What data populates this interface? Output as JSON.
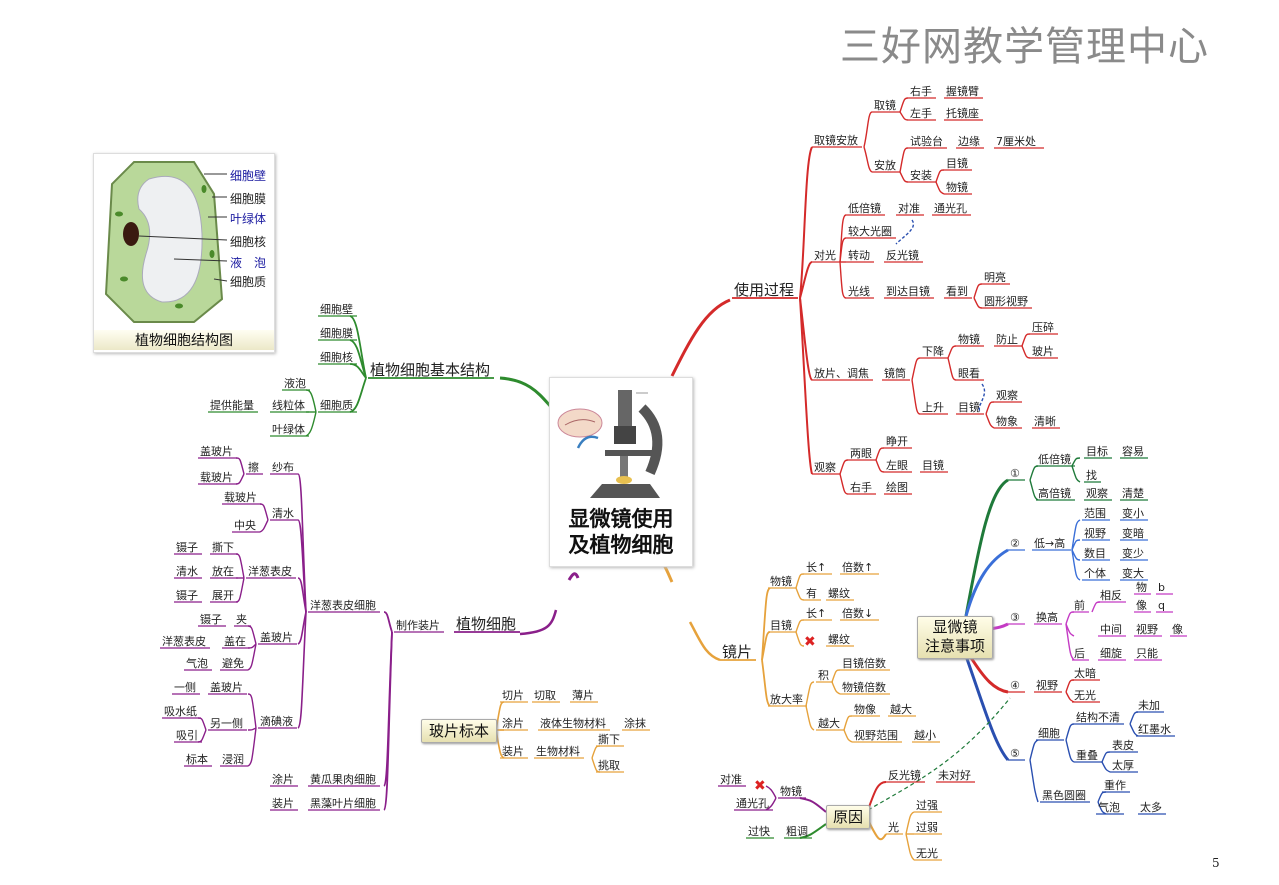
{
  "header_title": "三好网教学管理中心",
  "page_number": "5",
  "center": {
    "line1": "显微镜使用",
    "line2": "及植物细胞"
  },
  "cell_figure": {
    "caption": "植物细胞结构图",
    "labels": [
      "细胞壁",
      "细胞膜",
      "叶绿体",
      "细胞核",
      "液　泡",
      "细胞质"
    ]
  },
  "boxes": {
    "notes": "显微镜\n注意事项",
    "cause": "原因",
    "slide": "玻片标本"
  },
  "colors": {
    "red": "#d42a2a",
    "green": "#2e8b2e",
    "purple": "#8a1f8a",
    "orange": "#e6a23c",
    "blue": "#3a6fd8",
    "magenta": "#c43ac4",
    "darkgreen": "#1f7a3a",
    "navy": "#2a4fb0"
  },
  "branches": {
    "usage": {
      "label": "使用过程",
      "nodes": [
        "取镜安放",
        "取镜",
        "右手",
        "握镜臂",
        "左手",
        "托镜座",
        "安放",
        "试验台",
        "边缘",
        "7厘米处",
        "安装",
        "目镜",
        "物镜",
        "对光",
        "低倍镜",
        "对准",
        "通光孔",
        "较大光圈",
        "转动",
        "反光镜",
        "光线",
        "到达目镜",
        "看到",
        "明亮",
        "圆形视野",
        "放片、调焦",
        "镜筒",
        "下降",
        "物镜",
        "防止",
        "压碎",
        "玻片",
        "眼看",
        "上升",
        "目镜",
        "观察",
        "物象",
        "清晰",
        "观察",
        "两眼",
        "睁开",
        "左眼",
        "目镜",
        "右手",
        "绘图"
      ]
    },
    "structure": {
      "label": "植物细胞基本结构",
      "nodes": [
        "细胞壁",
        "细胞膜",
        "细胞核",
        "细胞质",
        "液泡",
        "线粒体",
        "提供能量",
        "叶绿体"
      ]
    },
    "plant_cell": {
      "label": "植物细胞",
      "nodes": [
        "制作装片",
        "洋葱表皮细胞",
        "擦",
        "盖玻片",
        "载玻片",
        "纱布",
        "清水",
        "载玻片",
        "中央",
        "洋葱表皮",
        "镊子",
        "撕下",
        "清水",
        "放在",
        "镊子",
        "展开",
        "盖玻片",
        "镊子",
        "夹",
        "洋葱表皮",
        "盖在",
        "气泡",
        "避免",
        "滴碘液",
        "一侧",
        "盖玻片",
        "吸水纸",
        "另一侧",
        "吸引",
        "标本",
        "浸润",
        "涂片",
        "黄瓜果肉细胞",
        "装片",
        "黑藻叶片细胞"
      ]
    },
    "slide": {
      "nodes": [
        "切片",
        "切取",
        "薄片",
        "涂片",
        "液体生物材料",
        "涂抹",
        "装片",
        "生物材料",
        "撕下",
        "挑取"
      ]
    },
    "lens": {
      "label": "镜片",
      "nodes": [
        "物镜",
        "长↑",
        "倍数↑",
        "有",
        "螺纹",
        "目镜",
        "长↑",
        "倍数↓",
        "螺纹",
        "放大率",
        "积",
        "目镜倍数",
        "物镜倍数",
        "越大",
        "物像",
        "越大",
        "视野范围",
        "越小"
      ]
    },
    "notes": {
      "nodes": [
        "①",
        "低倍镜",
        "目标",
        "容易",
        "找",
        "高倍镜",
        "观察",
        "清楚",
        "②",
        "低→高",
        "范围",
        "变小",
        "视野",
        "变暗",
        "数目",
        "变少",
        "个体",
        "变大",
        "③",
        "换高",
        "前",
        "相反",
        "物",
        "b",
        "像",
        "q",
        "中间",
        "视野",
        "像",
        "后",
        "细旋",
        "只能",
        "④",
        "视野",
        "太暗",
        "无光",
        "⑤",
        "细胞",
        "结构不清",
        "未加",
        "红墨水",
        "重叠",
        "表皮",
        "太厚",
        "黑色圆圈",
        "重作",
        "气泡",
        "太多"
      ]
    },
    "cause": {
      "nodes": [
        "反光镜",
        "未对好",
        "光",
        "过强",
        "过弱",
        "无光",
        "物镜",
        "对准",
        "通光孔",
        "粗调",
        "过快"
      ]
    }
  }
}
